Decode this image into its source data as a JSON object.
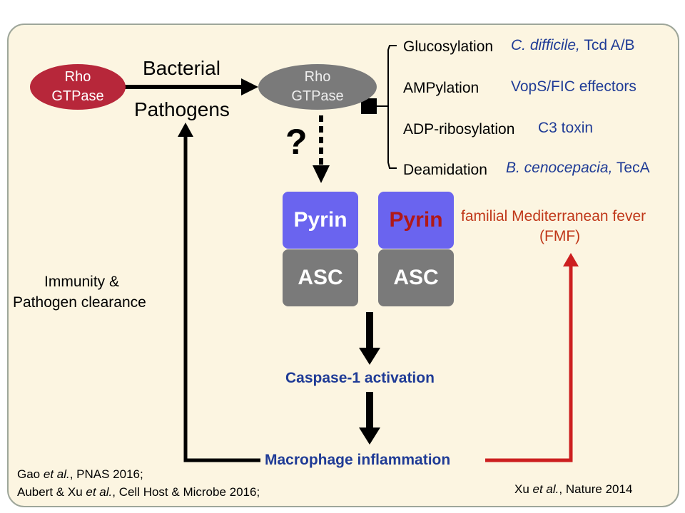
{
  "rho_left": {
    "line1": "Rho",
    "line2": "GTPase"
  },
  "rho_right": {
    "line1": "Rho",
    "line2": "GTPase"
  },
  "arrow_label": {
    "top": "Bacterial",
    "bottom": "Pathogens"
  },
  "question": "?",
  "modifications": [
    {
      "type": "Glucosylation",
      "organism": "C. difficile,",
      "effector": "Tcd A/B"
    },
    {
      "type": "AMPylation",
      "organism": "",
      "effector": "VopS/FIC effectors"
    },
    {
      "type": "ADP-ribosylation",
      "organism": "",
      "effector": "C3 toxin"
    },
    {
      "type": "Deamidation",
      "organism": "B. cenocepacia,",
      "effector": "TecA"
    }
  ],
  "inflammasomes": [
    {
      "pyrin": "Pyrin",
      "asc": "ASC"
    },
    {
      "pyrin": "Pyrin",
      "asc": "ASC"
    }
  ],
  "fmf": {
    "line1": "familial Mediterranean fever",
    "line2": "(FMF)"
  },
  "caspase": "Caspase-1 activation",
  "macrophage": "Macrophage inflammation",
  "immunity": {
    "line1": "Immunity &",
    "line2": "Pathogen clearance"
  },
  "refs": {
    "gao": {
      "pre": "Gao ",
      "etal": "et al.",
      "post": ", PNAS 2016;"
    },
    "aubert": {
      "pre": "Aubert & Xu ",
      "etal": "et al.",
      "post": ", Cell Host & Microbe 2016;"
    },
    "xu": {
      "pre": "Xu  ",
      "etal": "et al.",
      "post": ", Nature 2014"
    }
  },
  "colors": {
    "panel_bg": "#fcf5e1",
    "rho_active": "#b7273a",
    "rho_modified": "#7a7a7a",
    "pyrin_box": "#6a64ef",
    "asc_box": "#7a7a7a",
    "text_blue": "#1f3b96",
    "text_red": "#c0381a",
    "arrow_red": "#cc1f1f"
  }
}
